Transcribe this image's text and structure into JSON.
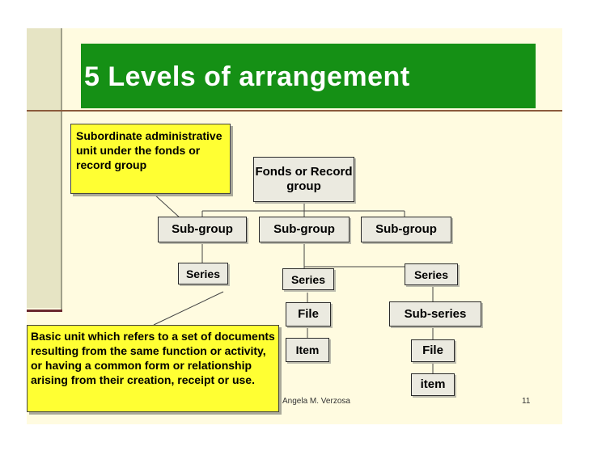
{
  "title": "5 Levels of arrangement",
  "note_top": "Subordinate administrative unit under the fonds or record group",
  "note_bottom": "Basic unit which refers to a set of documents resulting from the same function or activity,  or having a common form or relationship arising from their creation, receipt or use.",
  "nodes": {
    "fonds": "Fonds or Record group",
    "subgroup_1": "Sub-group",
    "subgroup_2": "Sub-group",
    "subgroup_3": "Sub-group",
    "series_1": "Series",
    "series_2": "Series",
    "series_3": "Series",
    "file_1": "File",
    "item_1": "Item",
    "subseries": "Sub-series",
    "file_2": "File",
    "item_2": "item"
  },
  "footer": {
    "author": "Angela M. Verzosa",
    "page_number": "11"
  }
}
